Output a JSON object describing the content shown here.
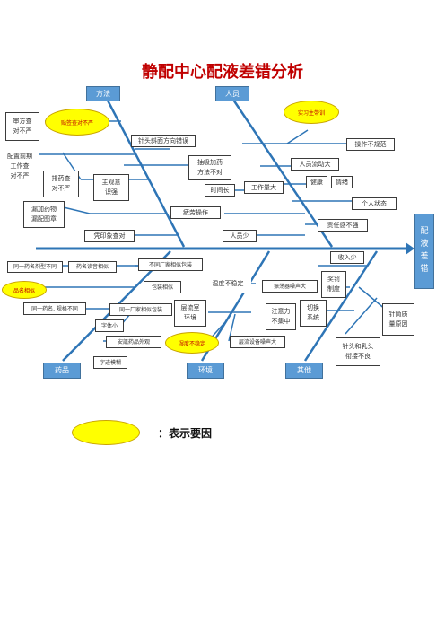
{
  "title": "静配中心配液差错分析",
  "head_label": "配\n液\n差\n错",
  "categories": {
    "method": "方法",
    "people": "人员",
    "drug": "药品",
    "env": "环境",
    "other": "其他"
  },
  "method": {
    "prescription_review": "审方查\n对不严",
    "label_check": "贴签查对不严",
    "prep_check": "配置前期\n工作查\n对不严",
    "sort_check": "排药查\n对不严",
    "needle_dir": "针头斜面方向错误",
    "dissolve": "抽吸加药\n方法不对",
    "subjective": "主观意\n识强",
    "missing_drug": "漏加药物\n漏配图章",
    "print_check": "凭印象查对"
  },
  "people": {
    "intern": "实习生带训",
    "operation": "操作不规范",
    "turnover": "人员流动大",
    "health": "健康",
    "emotion": "情绪",
    "worktime": "时间长",
    "workload": "工作量大",
    "personal": "个人状态",
    "fatigue": "疲劳操作",
    "responsibility": "责任感不强",
    "few_staff": "人员少"
  },
  "drug": {
    "same_drug_diff_spec": "同一药名剂型不同",
    "similar_name": "药名读音相似",
    "similar_look": "品名相似",
    "diff_factory_pack": "不同厂家相似包装",
    "same_drug_diff_size": "同一药名, 规格不同",
    "pack_similar": "包装相似",
    "same_factory_pack": "同一厂家相似包装",
    "small_font": "字体小",
    "sound_alike": "安瓿药品外观",
    "font_blur": "字迹模糊"
  },
  "env": {
    "temp_unstable": "温度不稳定",
    "cleanroom": "层流室\n环境",
    "humidity_unstable": "湿度不稳定",
    "noise": "层流设备噪声大"
  },
  "other": {
    "income": "收入少",
    "vibration": "振荡器噪声大",
    "reward": "奖罚\n制度",
    "attention": "注意力\n不集中",
    "switch_system": "切换\n系统",
    "needle_quality": "针筒质\n量原因",
    "needle_cap": "针头和乳头\n衔接不良"
  },
  "legend": {
    "label": "：表示要因"
  },
  "colors": {
    "bone": "#2e75b6",
    "category": "#5b9bd5",
    "key_cause": "#ffff00",
    "title": "#c00000"
  }
}
